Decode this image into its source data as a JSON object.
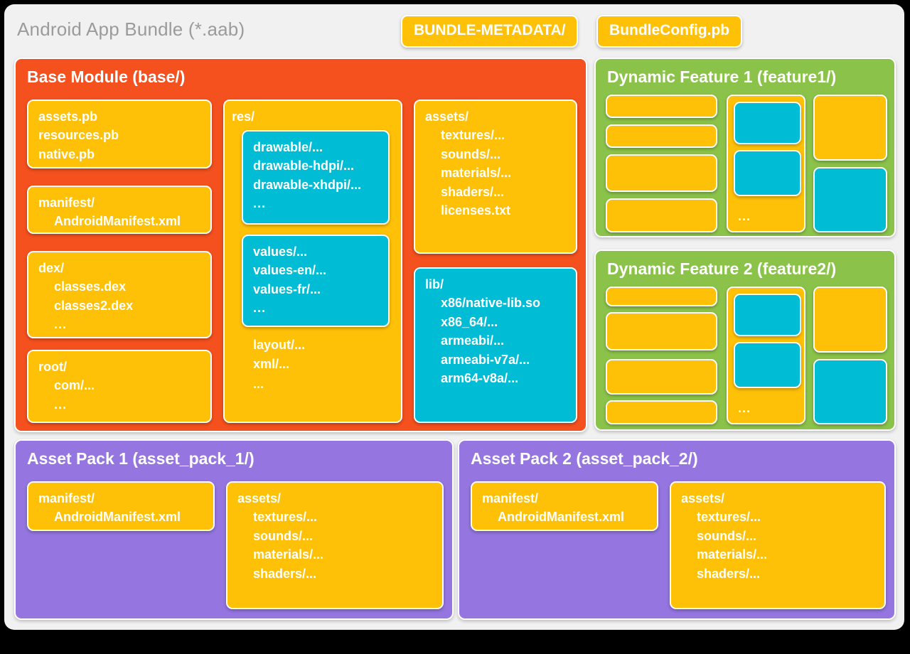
{
  "header": {
    "title": "Android App Bundle (*.aab)",
    "badges": [
      {
        "label": "BUNDLE-METADATA/"
      },
      {
        "label": "BundleConfig.pb"
      }
    ]
  },
  "colors": {
    "page_background": "#f1f1f1",
    "base_module": "#F4511E",
    "dynamic_feature": "#8BC34A",
    "asset_pack": "#9575E0",
    "card_yellow": "#FFC107",
    "card_cyan": "#00BCD4",
    "title_gray": "#9b9b9b",
    "outer": "#000000"
  },
  "base_module": {
    "title": "Base Module (base/)",
    "cards": {
      "protos": {
        "lines": [
          "assets.pb",
          "resources.pb",
          "native.pb"
        ]
      },
      "manifest": {
        "lines": [
          "manifest/",
          "AndroidManifest.xml"
        ]
      },
      "dex": {
        "lines": [
          "dex/",
          "classes.dex",
          "classes2.dex",
          "..."
        ]
      },
      "root": {
        "lines": [
          "root/",
          "com/...",
          "..."
        ]
      },
      "res": {
        "label": "res/",
        "drawable": {
          "lines": [
            "drawable/...",
            "drawable-hdpi/...",
            "drawable-xhdpi/...",
            "..."
          ]
        },
        "values": {
          "lines": [
            "values/...",
            "values-en/...",
            "values-fr/...",
            "..."
          ]
        },
        "tail": {
          "lines": [
            "layout/...",
            "xml/...",
            "..."
          ]
        }
      },
      "assets": {
        "lines": [
          "assets/",
          "textures/...",
          "sounds/...",
          "materials/...",
          "shaders/...",
          "licenses.txt"
        ]
      },
      "lib": {
        "lines": [
          "lib/",
          "x86/native-lib.so",
          "x86_64/...",
          "armeabi/...",
          "armeabi-v7a/...",
          "arm64-v8a/..."
        ]
      }
    }
  },
  "dynamic_features": [
    {
      "title": "Dynamic Feature 1 (feature1/)",
      "ellipsis": "..."
    },
    {
      "title": "Dynamic Feature 2 (feature2/)",
      "ellipsis": "..."
    }
  ],
  "asset_packs": [
    {
      "title": "Asset Pack 1 (asset_pack_1/)",
      "manifest": {
        "lines": [
          "manifest/",
          "AndroidManifest.xml"
        ]
      },
      "assets": {
        "lines": [
          "assets/",
          "textures/...",
          "sounds/...",
          "materials/...",
          "shaders/..."
        ]
      }
    },
    {
      "title": "Asset Pack 2 (asset_pack_2/)",
      "manifest": {
        "lines": [
          "manifest/",
          "AndroidManifest.xml"
        ]
      },
      "assets": {
        "lines": [
          "assets/",
          "textures/...",
          "sounds/...",
          "materials/...",
          "shaders/..."
        ]
      }
    }
  ]
}
